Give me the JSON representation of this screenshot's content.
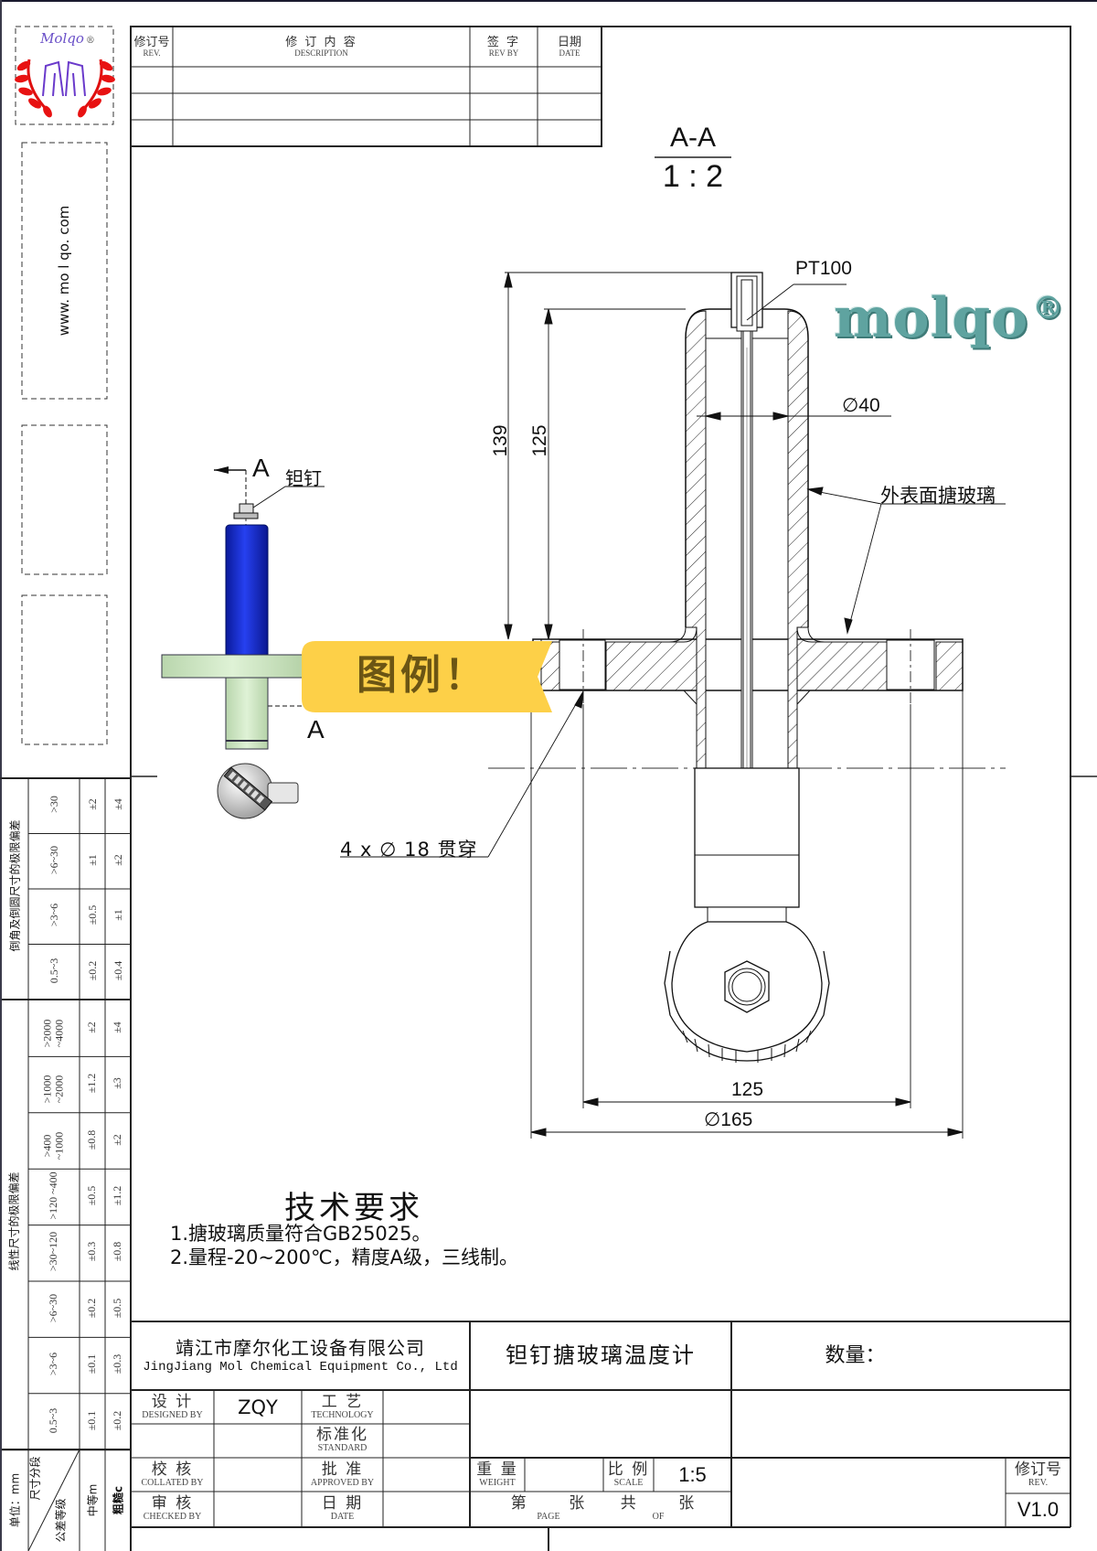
{
  "logo": {
    "brand_text": "Molqo",
    "registered": "®"
  },
  "website": "www. mo l qo. com",
  "revision_table": {
    "headers": [
      {
        "cn": "修订号",
        "en": "REV."
      },
      {
        "cn": "修 订 内 容",
        "en": "DESCRIPTION"
      },
      {
        "cn": "签 字",
        "en": "REV BY"
      },
      {
        "cn": "日期",
        "en": "DATE"
      }
    ],
    "rows": [
      [
        "",
        "",
        "",
        ""
      ],
      [
        "",
        "",
        "",
        ""
      ],
      [
        "",
        "",
        "",
        ""
      ]
    ]
  },
  "section_label": {
    "name": "A-A",
    "scale": "1 : 2"
  },
  "watermark": {
    "text": "molqo",
    "mark": "®"
  },
  "legend_banner": "图例！",
  "side_view": {
    "section_marker_top": "A",
    "section_marker_bottom": "A",
    "callout": "钽钉",
    "colors": {
      "body": "#1a2fd6",
      "flange": "#cfe8c4",
      "head": "#d8d8d8"
    }
  },
  "section_view": {
    "sensor_label": "PT100",
    "dim_total_height": "139",
    "dim_body_height": "125",
    "dim_diameter": "∅40",
    "coating_note": "外表面搪玻璃",
    "holes_note": "4 x ∅ 18 贯穿",
    "dim_bolt_circle": "125",
    "dim_flange_diameter": "∅165"
  },
  "tech_requirements": {
    "title": "技术要求",
    "items": [
      "1.搪玻璃质量符合GB25025。",
      "2.量程-20~200℃，精度A级，三线制。"
    ]
  },
  "tolerance_table": {
    "unit": "单位：mm",
    "corner_top": "尺寸分段",
    "corner_bottom": "公差等级",
    "grade_medium": "中等m",
    "grade_coarse": "粗糙c",
    "chamfer_title": "倒角及倒圆尺寸的极限偏差",
    "linear_title": "线性尺寸的极限偏差",
    "chamfer": [
      {
        "range": ">30",
        "m": "±2",
        "c": "±4"
      },
      {
        "range": ">6~30",
        "m": "±1",
        "c": "±2"
      },
      {
        "range": ">3~6",
        "m": "±0.5",
        "c": "±1"
      },
      {
        "range": "0.5~3",
        "m": "±0.2",
        "c": "±0.4"
      }
    ],
    "linear": [
      {
        "range": ">2000 ~4000",
        "m": "±2",
        "c": "±4"
      },
      {
        "range": ">1000 ~2000",
        "m": "±1.2",
        "c": "±3"
      },
      {
        "range": ">400 ~1000",
        "m": "±0.8",
        "c": "±2"
      },
      {
        "range": ">120 ~400",
        "m": "±0.5",
        "c": "±1.2"
      },
      {
        "range": ">30~120",
        "m": "±0.3",
        "c": "±0.8"
      },
      {
        "range": ">6~30",
        "m": "±0.2",
        "c": "±0.5"
      },
      {
        "range": ">3~6",
        "m": "±0.1",
        "c": "±0.3"
      },
      {
        "range": "0.5~3",
        "m": "±0.1",
        "c": "±0.2"
      }
    ]
  },
  "title_block": {
    "company_cn": "靖江市摩尔化工设备有限公司",
    "company_en": "JingJiang Mol Chemical Equipment Co., Ltd",
    "drawing_title": "钽钉搪玻璃温度计",
    "quantity_label": "数量：",
    "designed_by": {
      "cn": "设  计",
      "en": "DESIGNED BY",
      "value": "ZQY"
    },
    "technology": {
      "cn": "工  艺",
      "en": "TECHNOLOGY",
      "value": ""
    },
    "standard": {
      "cn": "标准化",
      "en": "STANDARD",
      "value": ""
    },
    "collated_by": {
      "cn": "校  核",
      "en": "COLLATED BY",
      "value": ""
    },
    "approved_by": {
      "cn": "批  准",
      "en": "APPROVED BY",
      "value": ""
    },
    "checked_by": {
      "cn": "审  核",
      "en": "CHECKED BY",
      "value": ""
    },
    "date": {
      "cn": "日  期",
      "en": "DATE",
      "value": ""
    },
    "weight": {
      "cn": "重 量",
      "en": "WEIGHT",
      "value": ""
    },
    "scale": {
      "cn": "比 例",
      "en": "SCALE",
      "value": "1:5"
    },
    "page": {
      "cn": "第      张",
      "en": "PAGE"
    },
    "of": {
      "cn": "共      张",
      "en": "OF"
    },
    "revision": {
      "cn": "修订号",
      "en": "REV.",
      "value": "V1.0"
    }
  }
}
